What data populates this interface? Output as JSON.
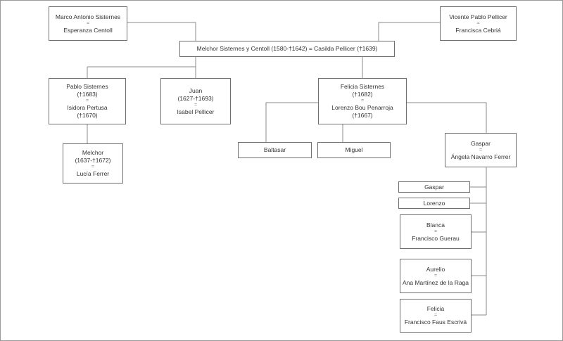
{
  "people": {
    "marco_antonio": {
      "name": "Marco Antonio Sisternes",
      "spouse": "Esperanza Centoll"
    },
    "vicente_pablo": {
      "name": "Vicente Pablo Pellicer",
      "spouse": "Francisca Cebriá"
    },
    "melchor_root": {
      "text": "Melchor Sisternes y Centoll (1580-†1642) = Casilda Pellicer (†1639)"
    },
    "pablo": {
      "name": "Pablo Sisternes",
      "dates": "(†1683)",
      "spouse": "Isidora Pertusa",
      "spouse_dates": "(†1670)"
    },
    "juan": {
      "name": "Juan",
      "dates": "(1627-†1693)",
      "spouse": "Isabel Pellicer"
    },
    "felicia_sisternes": {
      "name": "Felicia Sisternes",
      "dates": "(†1682)",
      "spouse": "Lorenzo Bou Penarroja",
      "spouse_dates": "(†1667)"
    },
    "melchor_child": {
      "name": "Melchor",
      "dates": "(1637-†1672)",
      "spouse": "Lucía Ferrer"
    },
    "baltasar": {
      "name": "Baltasar"
    },
    "miguel": {
      "name": "Miguel"
    },
    "gaspar_parent": {
      "name": "Gaspar",
      "spouse": "Ángela Navarro Ferrer"
    },
    "gaspar_child": {
      "name": "Gaspar"
    },
    "lorenzo": {
      "name": "Lorenzo"
    },
    "blanca": {
      "name": "Blanca",
      "spouse": "Francisco Guerau"
    },
    "aurelio": {
      "name": "Aurelio",
      "spouse": "Ana Martínez de la Raga"
    },
    "felicia_child": {
      "name": "Felicia",
      "spouse": "Francisco Faus Escrivá"
    }
  },
  "marriage_symbol": "=",
  "colors": {
    "border": "#6f6f6f",
    "line": "#8a8a8a",
    "text": "#333333",
    "frame": "#9a9a9a"
  }
}
